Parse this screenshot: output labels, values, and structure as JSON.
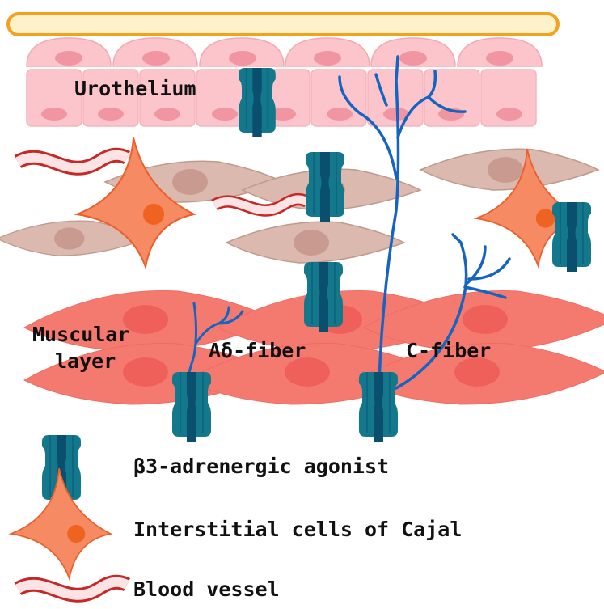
{
  "labels": {
    "urothelium": "Urothelium",
    "muscular_line1": "Muscular",
    "muscular_line2": "layer",
    "a_delta_fiber": "Aδ-fiber",
    "c_fiber": "C-fiber"
  },
  "legend": [
    {
      "icon": "receptor-icon",
      "label": "β3-adrenergic agonist"
    },
    {
      "icon": "interstitial-cell-icon",
      "label": "Interstitial cells of Cajal"
    },
    {
      "icon": "blood-vessel-icon",
      "label": "Blood vessel"
    }
  ],
  "colors": {
    "receptor": "#13788c",
    "receptor_dark": "#0a4f6e",
    "icc": "#f58a63",
    "icc_stroke": "#ec5f2a",
    "nerve": "#1565c0",
    "urothelium": "#fcc5cb",
    "smooth_cell": "#dbb9ae",
    "muscle": "#f47a70"
  }
}
